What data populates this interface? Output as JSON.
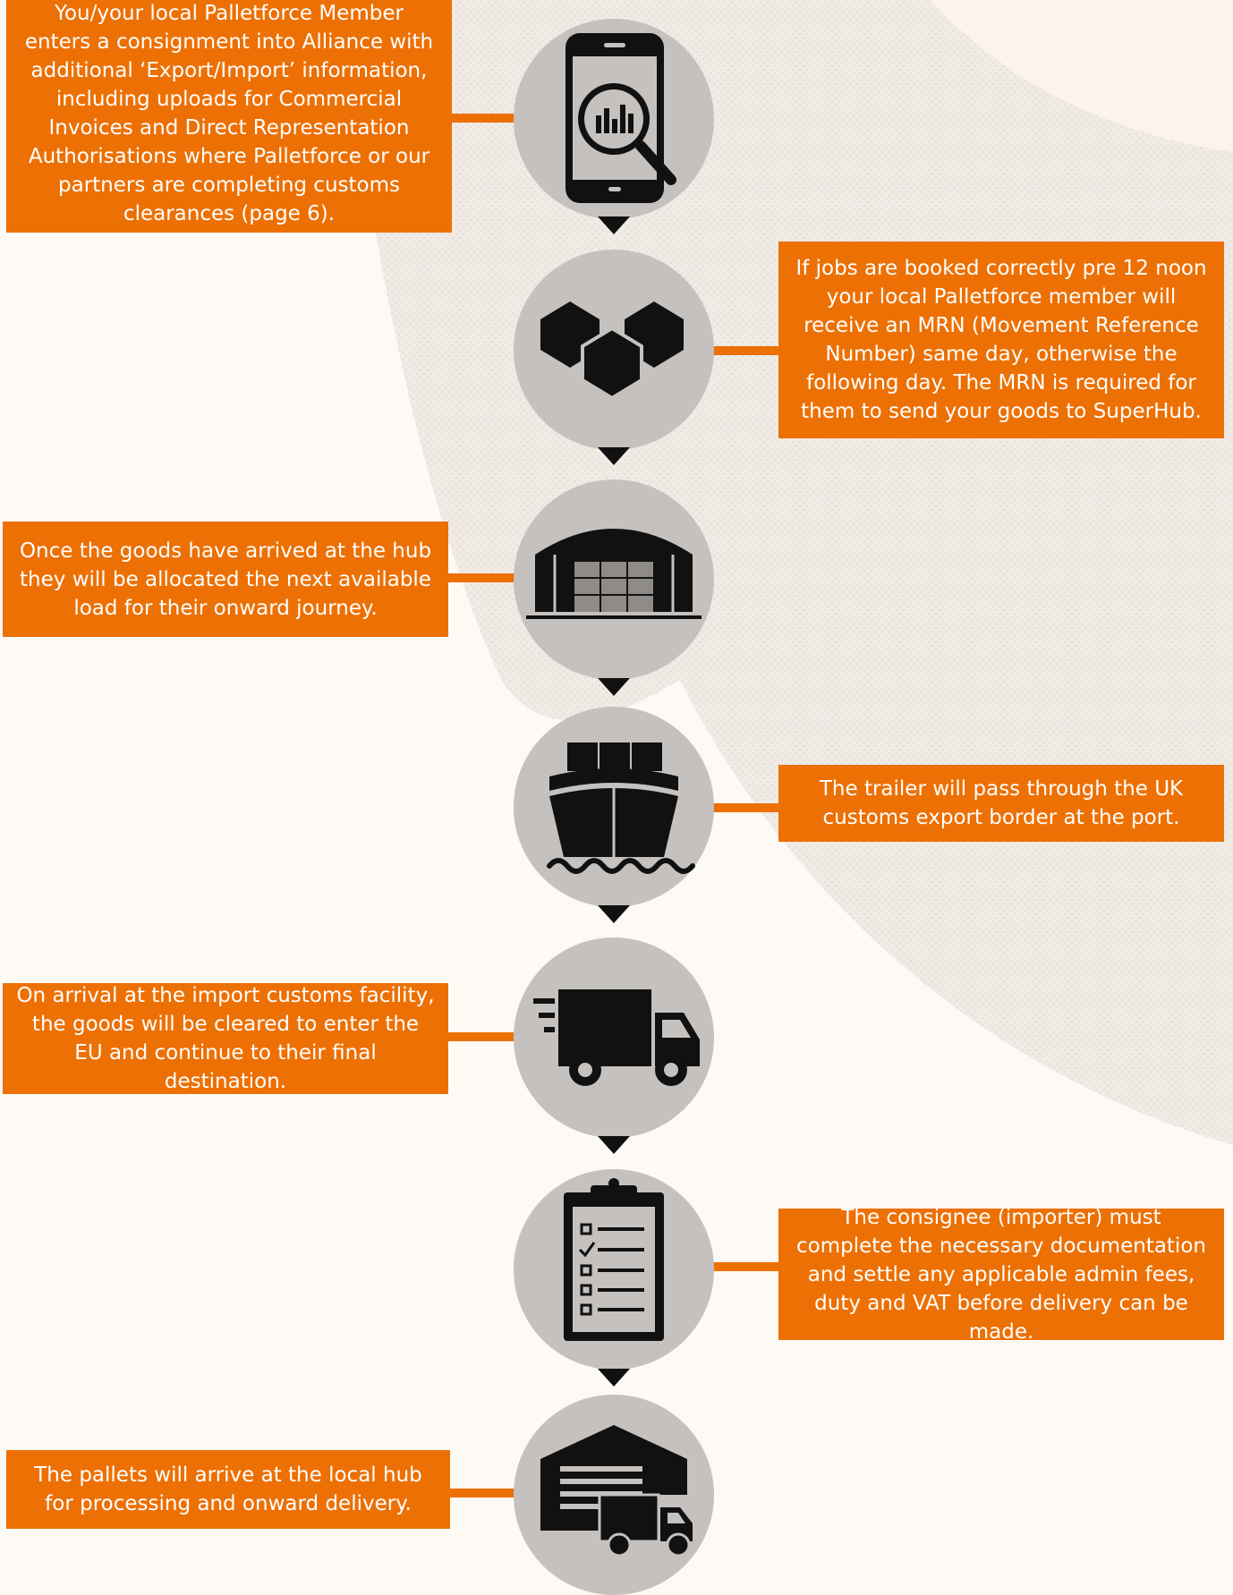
{
  "colors": {
    "accent": "#ed7004",
    "circle": "#c4c1bf",
    "icon": "#111111",
    "background": "#fdf9f4"
  },
  "steps": [
    {
      "icon": "phone-analytics-icon",
      "text": "You/your local Palletforce Member enters a consignment into Alliance with additional ‘Export/Import’ information, including uploads for Commercial Invoices and Direct Representation Authorisations where Palletforce or our partners are completing customs clearances (page 6)."
    },
    {
      "icon": "cubes-icon",
      "text": "If jobs are booked correctly pre 12 noon your local Palletforce member will receive an MRN (Movement Reference Number) same day, otherwise the following day. The MRN is required for them to send your goods to SuperHub."
    },
    {
      "icon": "warehouse-icon",
      "text": "Once the goods have arrived at the hub they will be allocated the next available load for their onward journey."
    },
    {
      "icon": "ship-icon",
      "text": "The trailer will pass through the UK customs export border at the port."
    },
    {
      "icon": "truck-icon",
      "text": "On arrival at the import  customs facility, the goods will be cleared to enter the EU and continue to their final destination."
    },
    {
      "icon": "clipboard-checklist-icon",
      "text": "The consignee (importer) must complete the necessary documentation and settle any applicable admin fees, duty and VAT before delivery can be made."
    },
    {
      "icon": "depot-delivery-icon",
      "text": "The pallets will arrive at the local hub for processing and onward delivery."
    }
  ]
}
